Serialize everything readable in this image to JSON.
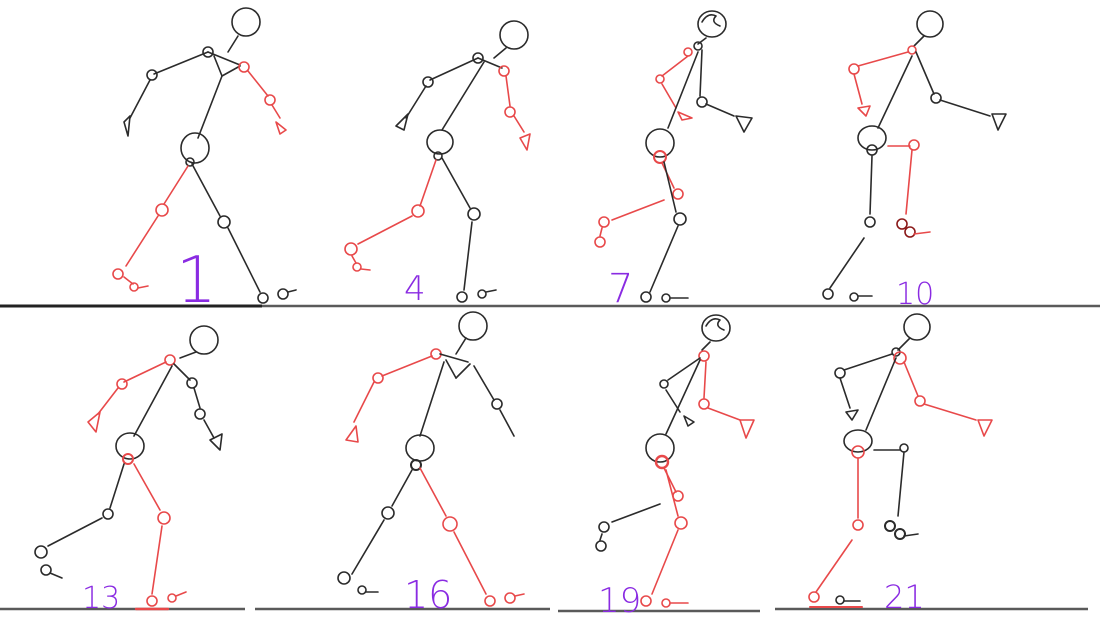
{
  "frames": [
    {
      "label": "1"
    },
    {
      "label": "4"
    },
    {
      "label": "7"
    },
    {
      "label": "10"
    },
    {
      "label": "13"
    },
    {
      "label": "16"
    },
    {
      "label": "19"
    },
    {
      "label": "21"
    }
  ],
  "colors": {
    "pose_black": "#2b2b2b",
    "pose_red": "#e8494a",
    "frame_number": "#8a2be2",
    "ground_line": "#5a5a5a"
  }
}
